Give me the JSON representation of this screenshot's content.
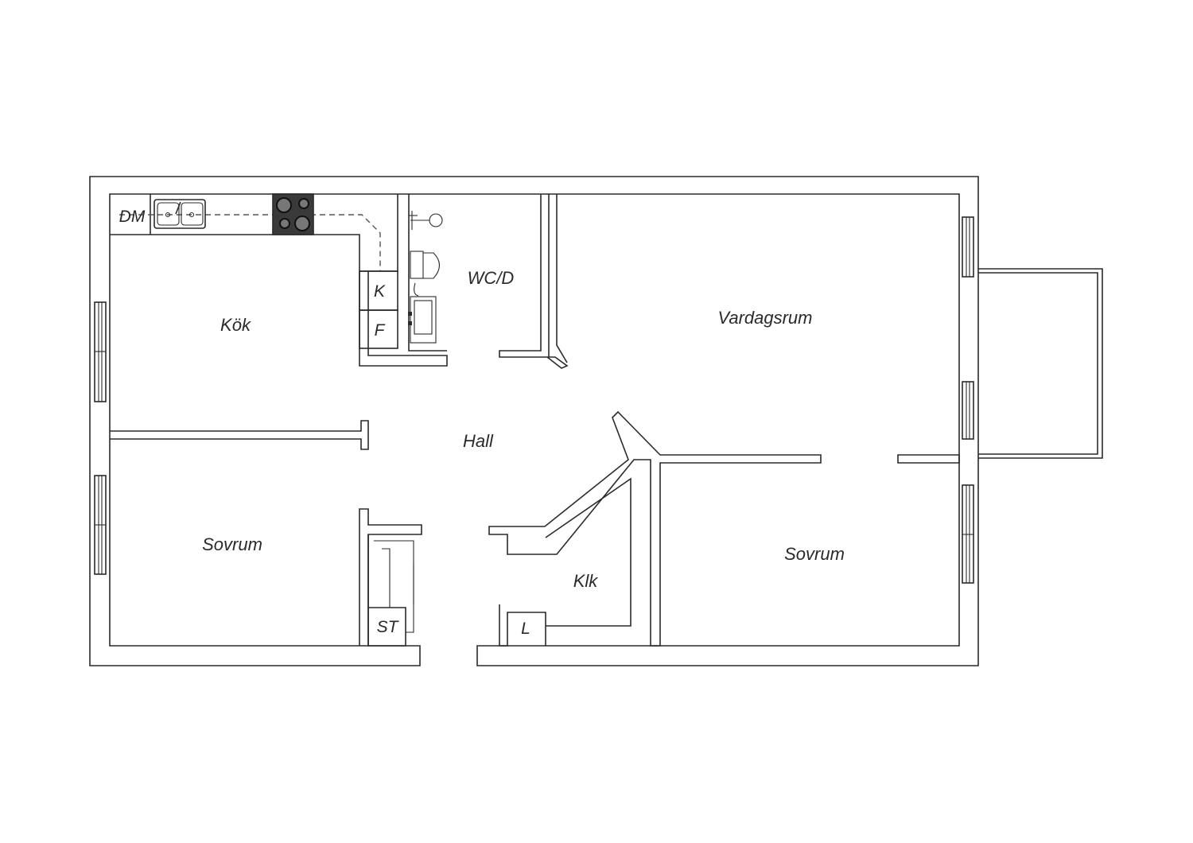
{
  "rooms": {
    "kitchen": "Kök",
    "wc": "WC/D",
    "living": "Vardagsrum",
    "hall": "Hall",
    "bedroom_left": "Sovrum",
    "bedroom_right": "Sovrum",
    "closet": "Klk"
  },
  "fixtures": {
    "dishwasher": "DM",
    "fridge": "K",
    "freezer": "F",
    "storage": "ST",
    "linen": "L"
  },
  "colors": {
    "line": "#2a2a2a",
    "stove": "#3a3a3a",
    "background": "#ffffff"
  }
}
